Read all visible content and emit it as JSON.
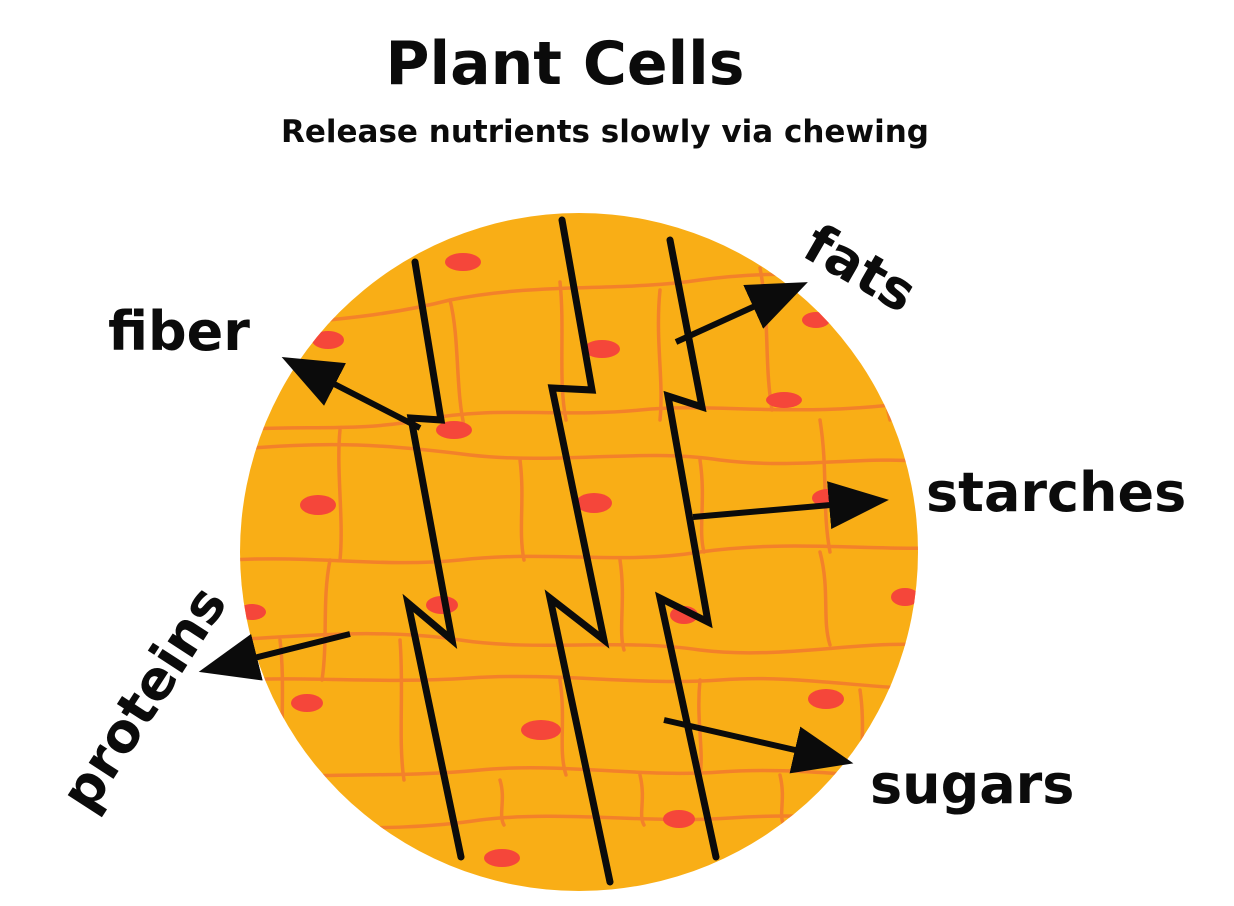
{
  "title": "Plant Cells",
  "subtitle": "Release nutrients slowly via chewing",
  "labels": {
    "fiber": "fiber",
    "fats": "fats",
    "starches": "starches",
    "proteins": "proteins",
    "sugars": "sugars"
  },
  "colors": {
    "cell_fill": "#F9AE16",
    "cell_wall": "#F37A2E",
    "nucleus": "#F5463A",
    "ink": "#0b0b0b"
  }
}
